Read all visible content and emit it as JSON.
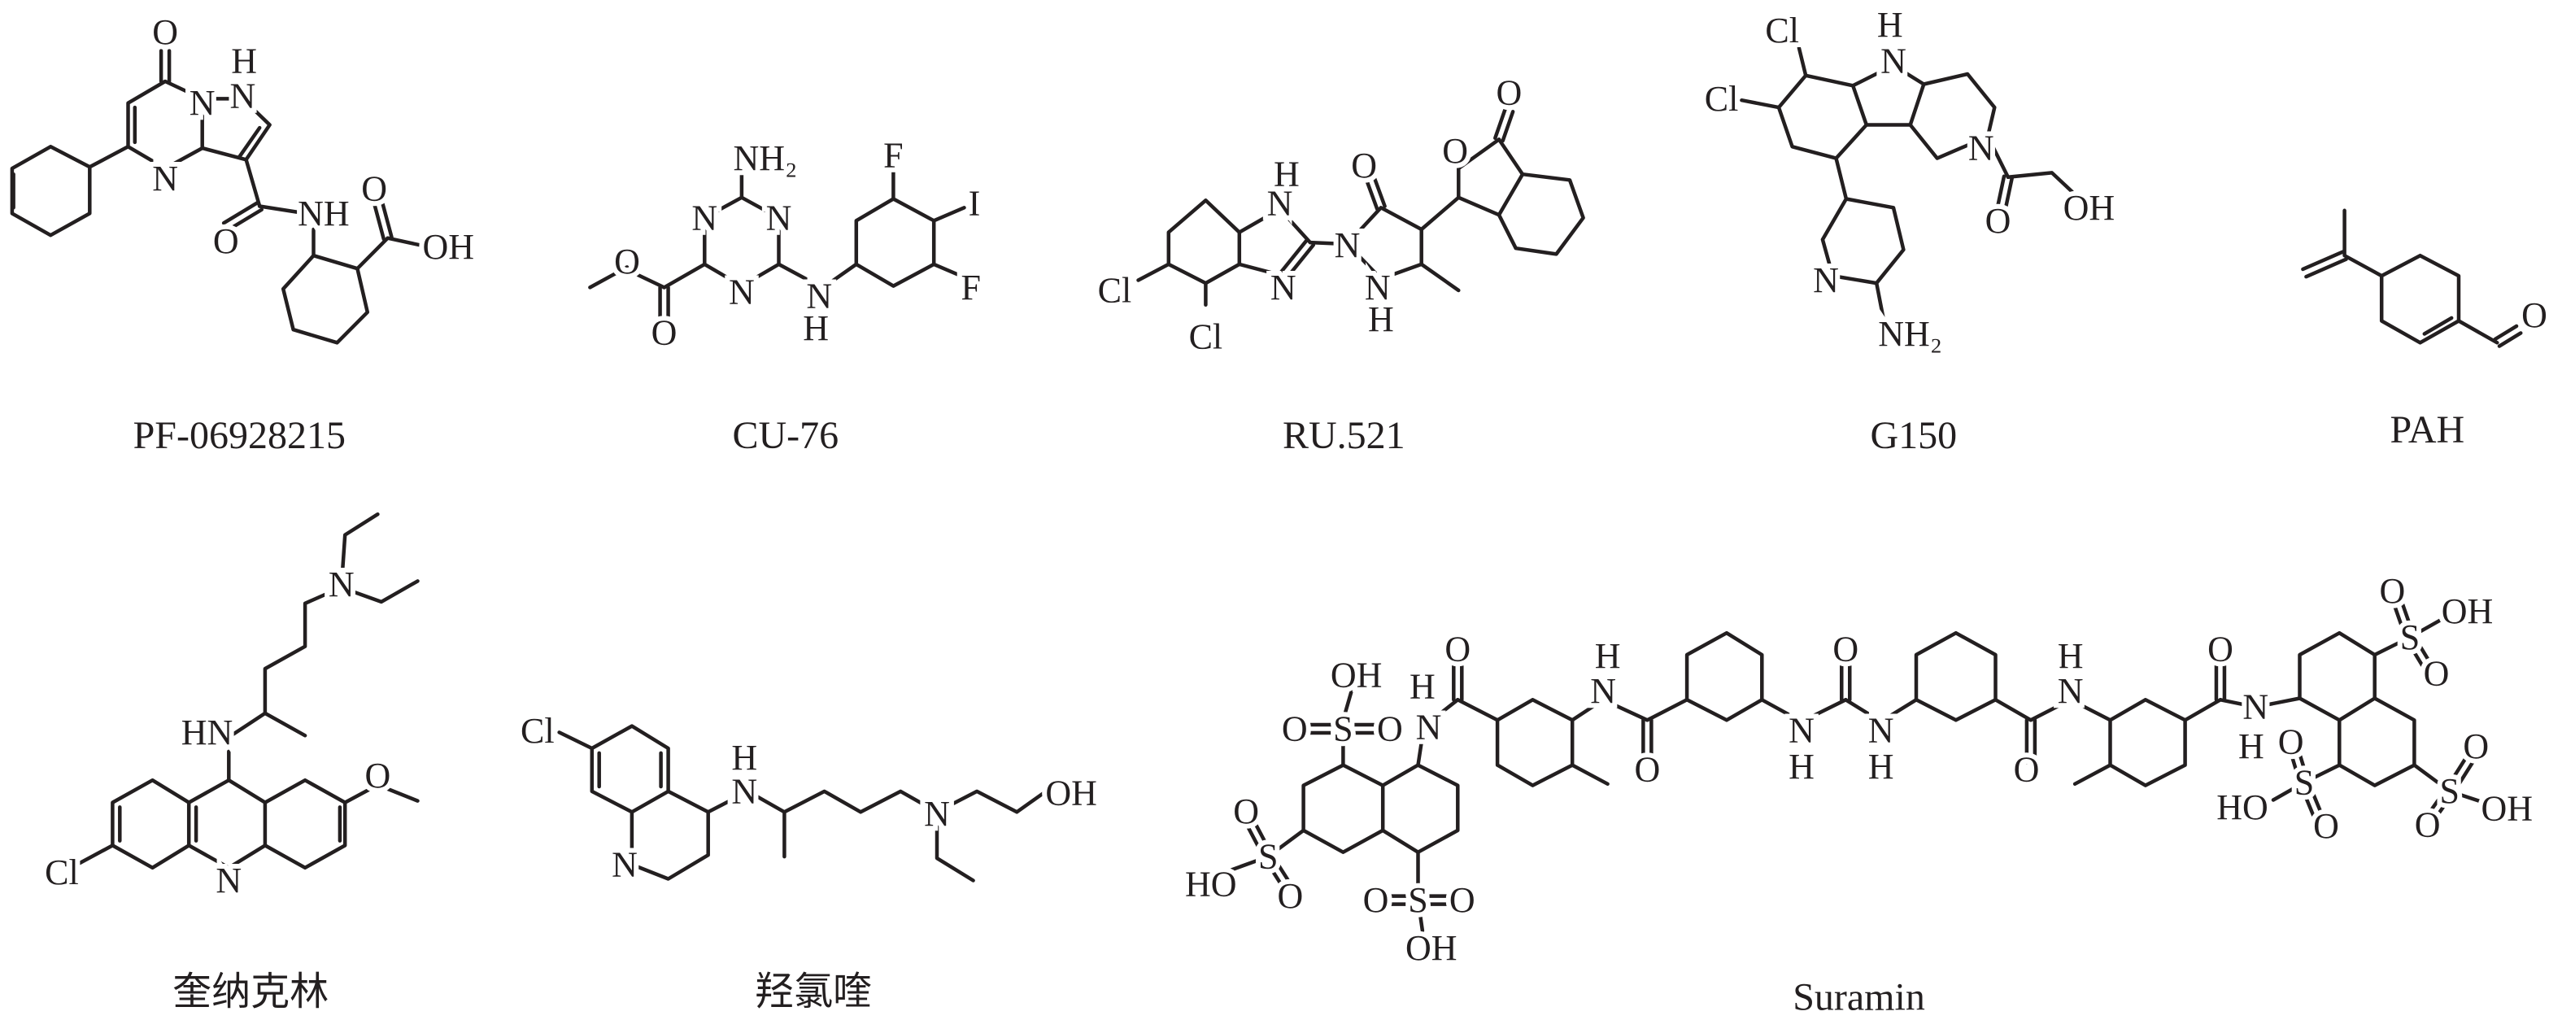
{
  "figure": {
    "compounds": [
      {
        "name": "PF-06928215",
        "atom_labels": [
          "O",
          "N",
          "N",
          "H",
          "N",
          "NH",
          "O",
          "O",
          "OH"
        ]
      },
      {
        "name": "CU-76",
        "atom_labels": [
          "NH₂",
          "N",
          "N",
          "N",
          "O",
          "O",
          "N",
          "H",
          "F",
          "I",
          "F"
        ]
      },
      {
        "name": "RU.521",
        "atom_labels": [
          "H",
          "N",
          "N",
          "Cl",
          "Cl",
          "N",
          "O",
          "N",
          "H",
          "O",
          "O"
        ]
      },
      {
        "name": "G150",
        "atom_labels": [
          "Cl",
          "Cl",
          "N",
          "H",
          "N",
          "O",
          "OH",
          "N",
          "NH₂"
        ]
      },
      {
        "name": "PAH",
        "atom_labels": [
          "O"
        ]
      },
      {
        "name": "奎纳克林",
        "atom_labels": [
          "N",
          "Cl",
          "O",
          "HN",
          "N"
        ]
      },
      {
        "name": "羟氯喹",
        "atom_labels": [
          "N",
          "Cl",
          "N",
          "H",
          "N",
          "OH"
        ]
      },
      {
        "name": "Suramin",
        "atom_labels": [
          "OH",
          "H",
          "O",
          "S",
          "O",
          "N",
          "O",
          "S",
          "HO",
          "O",
          "O",
          "S",
          "O",
          "OH",
          "O",
          "H",
          "N",
          "O",
          "N",
          "H",
          "O",
          "N",
          "H",
          "O",
          "H",
          "N",
          "O",
          "N",
          "H",
          "O",
          "S",
          "OH",
          "O",
          "O",
          "S",
          "HO",
          "O",
          "O",
          "S",
          "OH",
          "O"
        ]
      }
    ]
  }
}
